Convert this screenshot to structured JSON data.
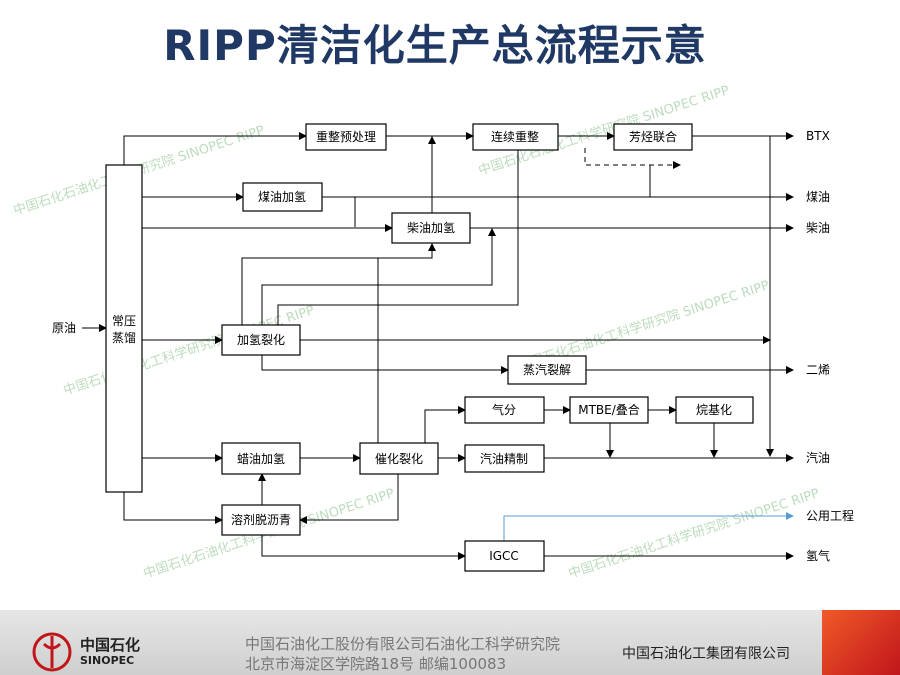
{
  "title": "RIPP清洁化生产总流程示意",
  "input_label": "原油",
  "units": {
    "atm": "常压\n蒸馏",
    "reform_pre": "重整预处理",
    "reform": "连续重整",
    "aromatics": "芳烃联合",
    "kero_ht": "煤油加氢",
    "diesel_ht": "柴油加氢",
    "hydrocrack": "加氢裂化",
    "steam_crack": "蒸汽裂解",
    "gas_sep": "气分",
    "mtbe": "MTBE/叠合",
    "alkylation": "烷基化",
    "wax_ht": "蜡油加氢",
    "fcc": "催化裂化",
    "gasoline_ref": "汽油精制",
    "deasphalt": "溶剂脱沥青",
    "igcc": "IGCC"
  },
  "products": {
    "btx": "BTX",
    "kerosene": "煤油",
    "diesel": "柴油",
    "olefins": "二烯",
    "gasoline": "汽油",
    "utilities": "公用工程",
    "hydrogen": "氢气"
  },
  "watermark": "中国石化石油化工科学研究院 SINOPEC RIPP",
  "footer": {
    "logo_cn": "中国石化",
    "logo_en": "SINOPEC",
    "address_line1": "中国石油化工股份有限公司石油化工科学研究院",
    "address_line2": "北京市海淀区学院路18号 邮编100083",
    "group": "中国石油化工集团有限公司"
  },
  "colors": {
    "title": "#1f3864",
    "watermark": "#88c088",
    "footer_accent": "#c0161b",
    "utility_line": "#5b9bd5"
  }
}
